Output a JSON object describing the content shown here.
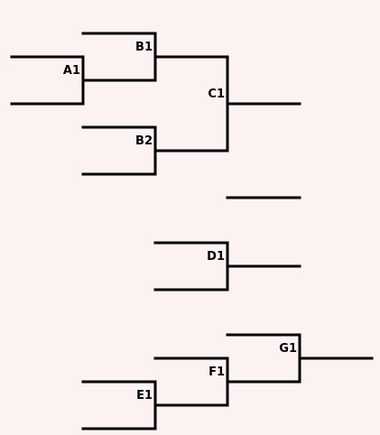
{
  "background_color": "#fdf2f2",
  "line_color": "#000000",
  "matches": {
    "a1": "A1",
    "b1": "B1",
    "b2": "B2",
    "c1": "C1",
    "d1": "D1",
    "e1": "E1",
    "f1": "F1",
    "g1": "G1"
  }
}
